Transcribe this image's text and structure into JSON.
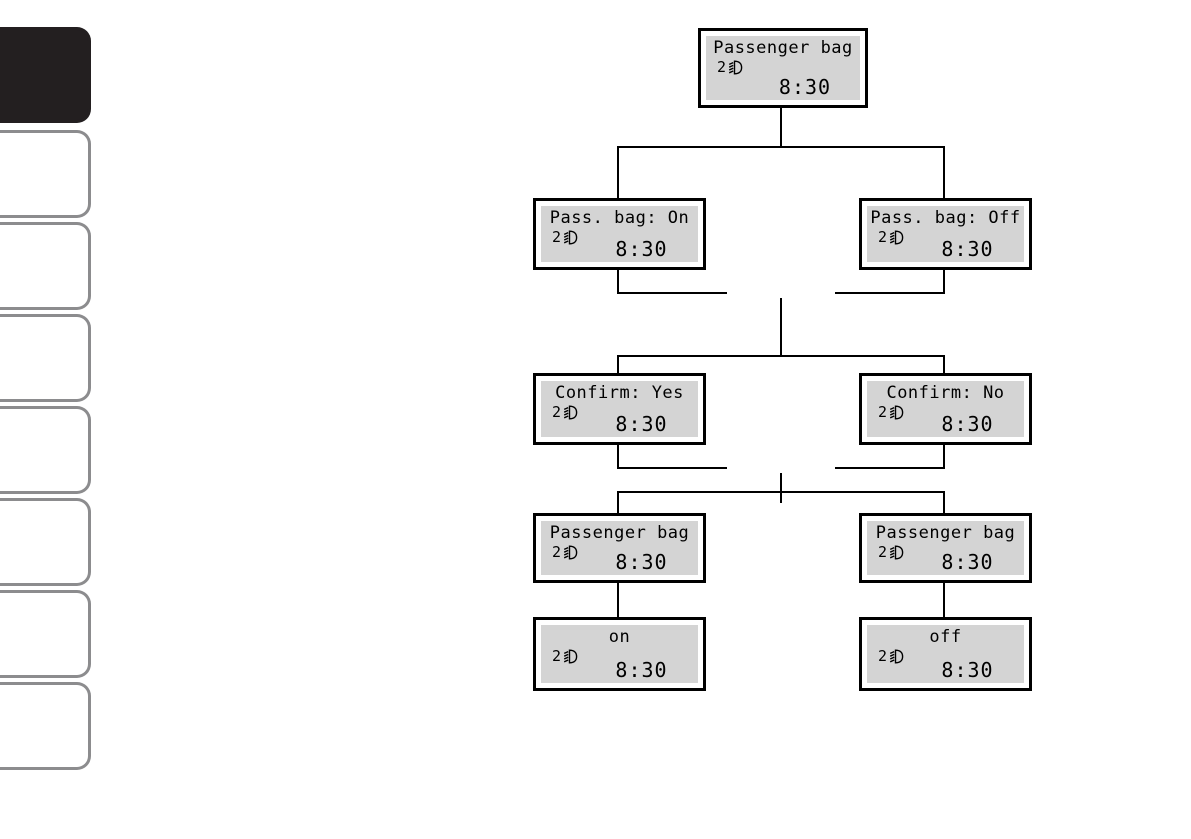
{
  "document": {
    "type": "vehicle-manual-menu-flow",
    "background": "#ffffff"
  },
  "sidebar": {
    "name": "chapter-tabs",
    "active_index": 0,
    "tabs": [
      {
        "label": "",
        "state": "active"
      },
      {
        "label": "",
        "state": "inactive"
      },
      {
        "label": "",
        "state": "inactive"
      },
      {
        "label": "",
        "state": "inactive"
      },
      {
        "label": "",
        "state": "inactive"
      },
      {
        "label": "",
        "state": "inactive"
      },
      {
        "label": "",
        "state": "inactive"
      },
      {
        "label": "",
        "state": "inactive"
      }
    ],
    "colors": {
      "active_fill": "#231f20",
      "inactive_border": "#8c8c8e",
      "inactive_fill": "#ffffff"
    }
  },
  "flow": {
    "icon_name": "low-beam-headlamp-icon",
    "lcd_background": "#d4d4d4",
    "lcd_border": "#000000",
    "nodes": [
      {
        "id": "root",
        "title": "Passenger bag",
        "title_align": "center",
        "gear": "2",
        "icon": "low-beam-headlamp-icon",
        "time": "8:30"
      },
      {
        "id": "pass-bag-on",
        "title": "Pass. bag: On",
        "title_align": "center",
        "gear": "2",
        "icon": "low-beam-headlamp-icon",
        "time": "8:30"
      },
      {
        "id": "pass-bag-off",
        "title": "Pass. bag: Off",
        "title_align": "center",
        "gear": "2",
        "icon": "low-beam-headlamp-icon",
        "time": "8:30"
      },
      {
        "id": "confirm-yes",
        "title": "Confirm: Yes",
        "title_align": "center",
        "gear": "2",
        "icon": "low-beam-headlamp-icon",
        "time": "8:30"
      },
      {
        "id": "confirm-no",
        "title": "Confirm: No",
        "title_align": "center",
        "gear": "2",
        "icon": "low-beam-headlamp-icon",
        "time": "8:30"
      },
      {
        "id": "passenger-bag-left",
        "title": "Passenger bag",
        "title_align": "center",
        "gear": "2",
        "icon": "low-beam-headlamp-icon",
        "time": "8:30"
      },
      {
        "id": "passenger-bag-right",
        "title": "Passenger bag",
        "title_align": "center",
        "gear": "2",
        "icon": "low-beam-headlamp-icon",
        "time": "8:30"
      },
      {
        "id": "result-on",
        "title": "on",
        "title_align": "center",
        "gear": "2",
        "icon": "low-beam-headlamp-icon",
        "time": "8:30"
      },
      {
        "id": "result-off",
        "title": "off",
        "title_align": "center",
        "gear": "2",
        "icon": "low-beam-headlamp-icon",
        "time": "8:30"
      }
    ]
  }
}
